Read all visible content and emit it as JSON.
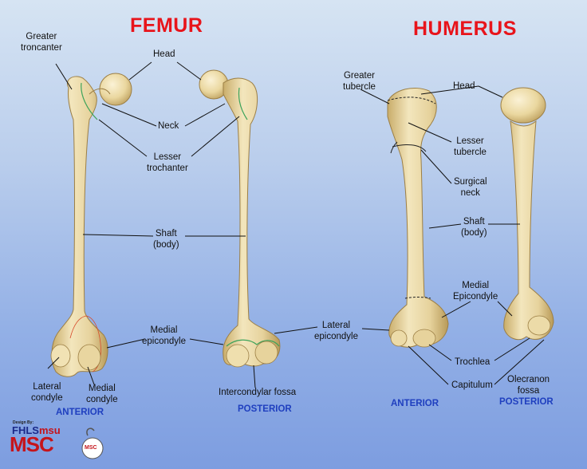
{
  "titles": {
    "femur": "FEMUR",
    "humerus": "HUMERUS"
  },
  "femur_labels": {
    "greater_trochanter": [
      "Greater",
      "troncanter"
    ],
    "head": "Head",
    "neck": "Neck",
    "lesser_trochanter": [
      "Lesser",
      "trochanter"
    ],
    "shaft": [
      "Shaft",
      "(body)"
    ],
    "medial_epicondyle": [
      "Medial",
      "epicondyle"
    ],
    "lateral_condyle": [
      "Lateral",
      "condyle"
    ],
    "medial_condyle": [
      "Medial",
      "condyle"
    ],
    "intercondylar_fossa": "Intercondylar fossa",
    "anterior": "ANTERIOR",
    "posterior": "POSTERIOR"
  },
  "humerus_labels": {
    "greater_tubercle": [
      "Greater",
      "tubercle"
    ],
    "head": "Head",
    "lesser_tubercle": [
      "Lesser",
      "tubercle"
    ],
    "surgical_neck": [
      "Surgical",
      "neck"
    ],
    "shaft": [
      "Shaft",
      "(body)"
    ],
    "medial_epicondyle": [
      "Medial",
      "Epicondyle"
    ],
    "lateral_epicondyle": [
      "Lateral",
      "epicondyle"
    ],
    "trochlea": "Trochlea",
    "capitulum": "Capitulum",
    "olecranon_fossa": [
      "Olecranon",
      "fossa"
    ],
    "anterior": "ANTERIOR",
    "posterior": "POSTERIOR"
  },
  "credit": {
    "designed_by": "Design By:",
    "fhls": "FHLS",
    "msu": "msu",
    "msc": "MSC",
    "badge": "MSC"
  },
  "colors": {
    "title_red": "#e8141b",
    "view_blue": "#1f3fbf",
    "bone": "#e8d6a0",
    "bone_shadow": "#c9ad6a"
  }
}
